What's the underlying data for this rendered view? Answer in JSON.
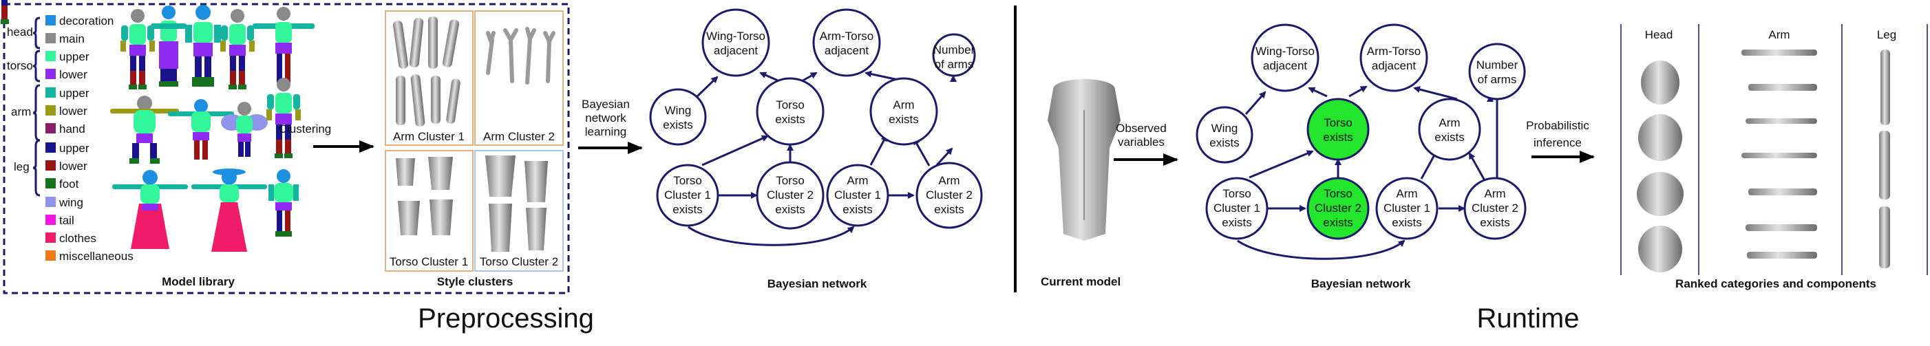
{
  "legend": {
    "groups": [
      {
        "name": "head",
        "items": [
          {
            "label": "decoration",
            "color": "#1c8fe0"
          },
          {
            "label": "main",
            "color": "#8a8a8a"
          }
        ]
      },
      {
        "name": "torso",
        "items": [
          {
            "label": "upper",
            "color": "#33f59a"
          },
          {
            "label": "lower",
            "color": "#8f2bf0"
          }
        ]
      },
      {
        "name": "arm",
        "items": [
          {
            "label": "upper",
            "color": "#13b4a0"
          },
          {
            "label": "lower",
            "color": "#9a9a14"
          },
          {
            "label": "hand",
            "color": "#8a1c6c"
          }
        ]
      },
      {
        "name": "leg",
        "items": [
          {
            "label": "upper",
            "color": "#1a148c"
          },
          {
            "label": "lower",
            "color": "#9a1414"
          },
          {
            "label": "foot",
            "color": "#15721e"
          }
        ]
      }
    ],
    "extras": [
      {
        "label": "wing",
        "color": "#8f93ea"
      },
      {
        "label": "tail",
        "color": "#f515e6"
      },
      {
        "label": "clothes",
        "color": "#f01c6a"
      },
      {
        "label": "miscellaneous",
        "color": "#f07a14"
      }
    ]
  },
  "library": {
    "caption": "Model library",
    "arrow_label": "Clustering"
  },
  "clusters": {
    "caption": "Style clusters",
    "labels": [
      "Arm Cluster 1",
      "Arm Cluster 2",
      "Torso Cluster 1",
      "Torso Cluster 2"
    ]
  },
  "learning_label": [
    "Bayesian",
    "network",
    "learning"
  ],
  "bn_left": {
    "caption": "Bayesian network",
    "nodes": {
      "wing_torso": [
        "Wing-Torso",
        "adjacent"
      ],
      "arm_torso": [
        "Arm-Torso",
        "adjacent"
      ],
      "num_arms": [
        "Number",
        "of arms"
      ],
      "wing": [
        "Wing",
        "exists"
      ],
      "torso": [
        "Torso",
        "exists"
      ],
      "arm": [
        "Arm",
        "exists"
      ],
      "tc1": [
        "Torso",
        "Cluster 1",
        "exists"
      ],
      "tc2": [
        "Torso",
        "Cluster 2",
        "exists"
      ],
      "ac1": [
        "Arm",
        "Cluster 1",
        "exists"
      ],
      "ac2": [
        "Arm",
        "Cluster 2",
        "exists"
      ]
    }
  },
  "current_model_caption": "Current model",
  "observed_label": [
    "Observed",
    "variables"
  ],
  "bn_right": {
    "caption": "Bayesian network",
    "observed_nodes": [
      "torso",
      "tc2"
    ],
    "observed_color": "#22e52c"
  },
  "inference_label": [
    "Probabilistic",
    "inference"
  ],
  "ranked": {
    "caption": "Ranked categories and components",
    "columns": [
      "Head",
      "Arm",
      "Leg"
    ]
  },
  "sections": {
    "left": "Preprocessing",
    "right": "Runtime"
  }
}
